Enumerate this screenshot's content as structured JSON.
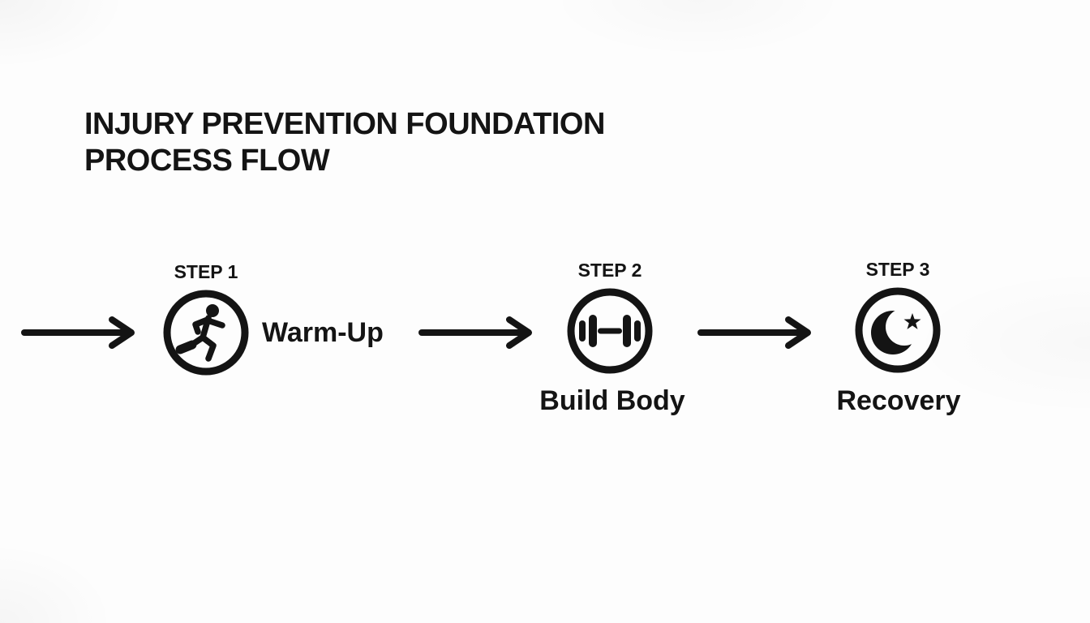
{
  "title": {
    "line1": "INJURY PREVENTION FOUNDATION",
    "line2": "PROCESS FLOW"
  },
  "steps": [
    {
      "step_label": "STEP 1",
      "name": "Warm-Up",
      "icon": "runner-icon"
    },
    {
      "step_label": "STEP 2",
      "name": "Build Body",
      "icon": "dumbbell-icon"
    },
    {
      "step_label": "STEP 3",
      "name": "Recovery",
      "icon": "crescent-moon-star-icon"
    }
  ],
  "flow": {
    "direction": "left-to-right",
    "arrow_count": 3
  },
  "colors": {
    "ink": "#141414",
    "background": "#fdfdfd"
  }
}
